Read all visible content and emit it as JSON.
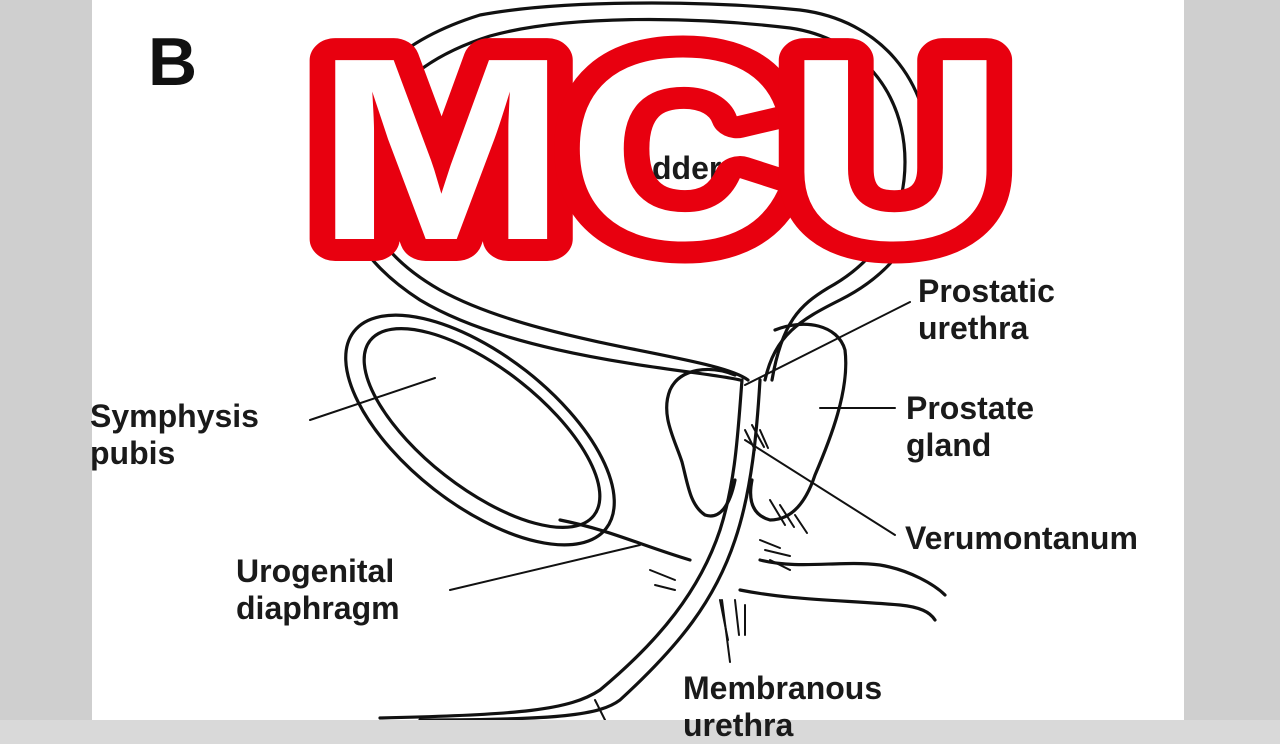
{
  "panel_letter": "B",
  "title": "MCU",
  "colors": {
    "title_outline": "#e8000f",
    "title_fill": "#ffffff",
    "ink": "#111111"
  },
  "labels": {
    "bladder_partial": "dder",
    "prostatic_urethra": [
      "Prostatic",
      "urethra"
    ],
    "prostate_gland": [
      "Prostate",
      "gland"
    ],
    "symphysis_pubis": [
      "Symphysis",
      "pubis"
    ],
    "verumontanum": "Verumontanum",
    "urogenital_diaphragm": [
      "Urogenital",
      "diaphragm"
    ],
    "membranous_urethra": [
      "Membranous",
      "urethra"
    ]
  }
}
